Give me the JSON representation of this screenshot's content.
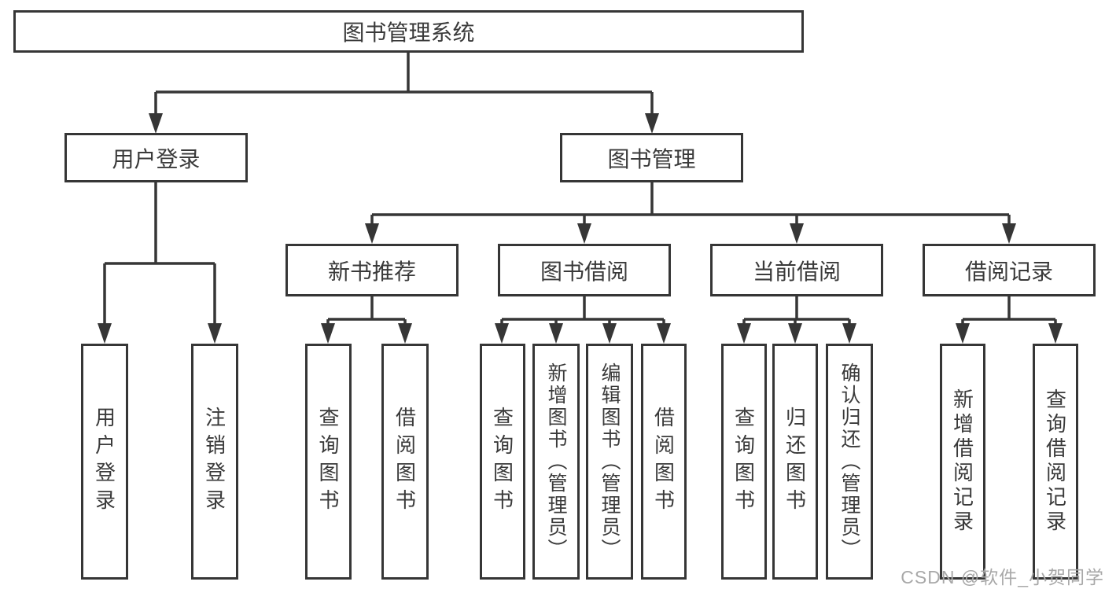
{
  "diagram": {
    "root": {
      "label": "图书管理系统"
    },
    "branches": [
      {
        "label": "用户登录"
      },
      {
        "label": "图书管理"
      }
    ],
    "modules": [
      {
        "label": "新书推荐"
      },
      {
        "label": "图书借阅"
      },
      {
        "label": "当前借阅"
      },
      {
        "label": "借阅记录"
      }
    ],
    "leaves": [
      {
        "label": "用户登录"
      },
      {
        "label": "注销登录"
      },
      {
        "label": "查询图书"
      },
      {
        "label": "借阅图书"
      },
      {
        "label": "查询图书"
      },
      {
        "label": "新增图书（管理员）"
      },
      {
        "label": "编辑图书（管理员）"
      },
      {
        "label": "借阅图书"
      },
      {
        "label": "查询图书"
      },
      {
        "label": "归还图书"
      },
      {
        "label": "确认归还（管理员）"
      },
      {
        "label": "新增借阅记录"
      },
      {
        "label": "查询借阅记录"
      }
    ]
  },
  "watermark": {
    "text": "CSDN @软件_小贺同学"
  },
  "colors": {
    "line": "#363636",
    "text": "#3a3a3a",
    "watermark": "#a8a8a8",
    "background": "#ffffff"
  }
}
